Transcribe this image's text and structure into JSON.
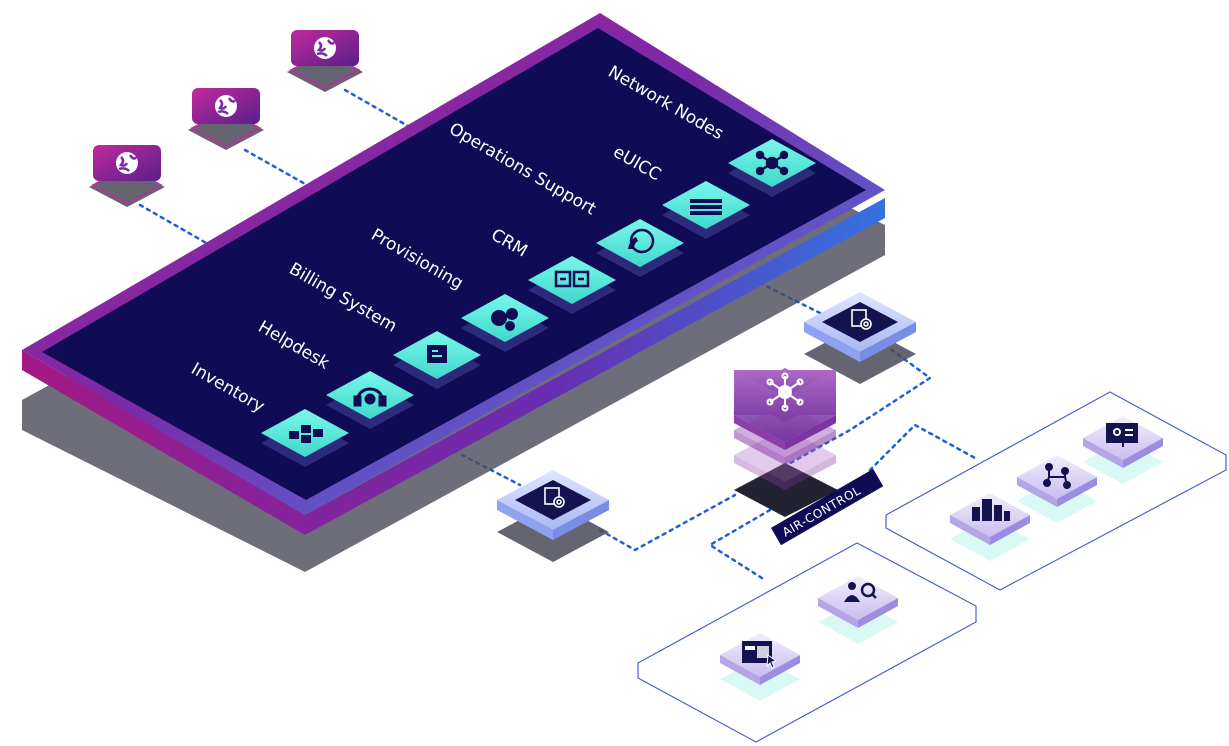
{
  "platform": {
    "modules": [
      {
        "label": "Inventory",
        "icon": "inventory-icon"
      },
      {
        "label": "Helpdesk",
        "icon": "headset-icon"
      },
      {
        "label": "Billing System",
        "icon": "billing-icon"
      },
      {
        "label": "Provisioning",
        "icon": "provisioning-icon"
      },
      {
        "label": "CRM",
        "icon": "crm-icon"
      },
      {
        "label": "Operations Support",
        "icon": "support-phone-icon"
      },
      {
        "label": "eUICC",
        "icon": "sim-chip-icon"
      },
      {
        "label": "Network Nodes",
        "icon": "network-nodes-icon"
      }
    ]
  },
  "core": {
    "label": "AIR-CONTROL",
    "icon": "network-hub-icon"
  },
  "globes": [
    {
      "icon": "globe-icon"
    },
    {
      "icon": "globe-icon"
    },
    {
      "icon": "globe-icon"
    }
  ],
  "gateways": [
    {
      "icon": "settings-document-icon"
    },
    {
      "icon": "settings-document-icon"
    }
  ],
  "cluster_right": {
    "items": [
      {
        "icon": "city-buildings-icon"
      },
      {
        "icon": "org-chart-icon"
      },
      {
        "icon": "monitor-dashboard-icon"
      }
    ]
  },
  "cluster_bottom": {
    "items": [
      {
        "icon": "web-browser-icon"
      },
      {
        "icon": "analytics-person-icon"
      }
    ]
  },
  "colors": {
    "platform_dark": "#0f0c55",
    "platform_purple": "#8b1a8f",
    "platform_blue": "#3f7fe8",
    "tile_teal": "#5ff0e0",
    "connector": "#1f5fd6",
    "core_purple": "#8a3fa8",
    "cluster_border": "#4a5fe0"
  }
}
